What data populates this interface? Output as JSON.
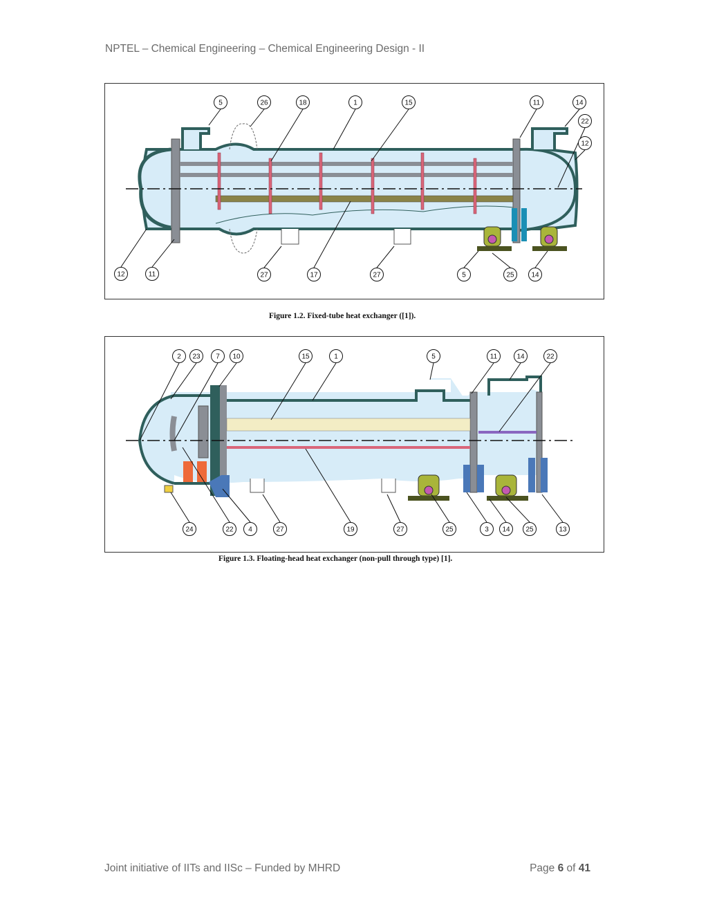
{
  "header": {
    "text": "NPTEL – Chemical Engineering – Chemical Engineering Design - II"
  },
  "figures": [
    {
      "caption": "Figure 1.2. Fixed-tube heat exchanger ([1]).",
      "callouts": [
        "5",
        "26",
        "18",
        "1",
        "15",
        "11",
        "14",
        "22",
        "12",
        "12",
        "11",
        "27",
        "17",
        "27",
        "5",
        "25",
        "14"
      ]
    },
    {
      "caption": "Figure 1.3. Floating-head heat exchanger (non-pull through type) [1].",
      "callouts": [
        "2",
        "23",
        "7",
        "10",
        "15",
        "1",
        "5",
        "11",
        "14",
        "22",
        "24",
        "22",
        "4",
        "27",
        "19",
        "27",
        "25",
        "3",
        "14",
        "25",
        "13"
      ]
    }
  ],
  "footer": {
    "left": "Joint initiative of IITs and IISc – Funded by MHRD",
    "page_prefix": "Page ",
    "page_current": "6",
    "page_of": " of ",
    "page_total": "41"
  },
  "colors": {
    "shell_fill": "#d7ecf8",
    "shell_stroke": "#2f5f5c",
    "tubesheet": "#8a8e95",
    "baffle": "#d9667a",
    "tie_rod": "#8a8348",
    "support": "#a9b53a",
    "support_base": "#4b5320",
    "flange_blue": "#4a78b8",
    "float_red": "#ee6a3a",
    "tube_yellow": "#f3edc5"
  }
}
